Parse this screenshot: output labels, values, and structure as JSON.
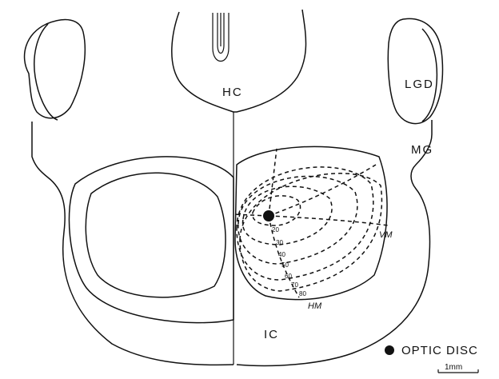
{
  "labels": {
    "hc": "HC",
    "lgd": "LGD",
    "mg": "MG",
    "ic": "IC",
    "vm": "VM",
    "hm": "HM"
  },
  "eccentricity_labels": [
    "20",
    "30",
    "40",
    "50",
    "60",
    "70",
    "80"
  ],
  "legend": {
    "marker_label": "OPTIC DISC"
  },
  "scale_bar": {
    "label": "1mm"
  }
}
